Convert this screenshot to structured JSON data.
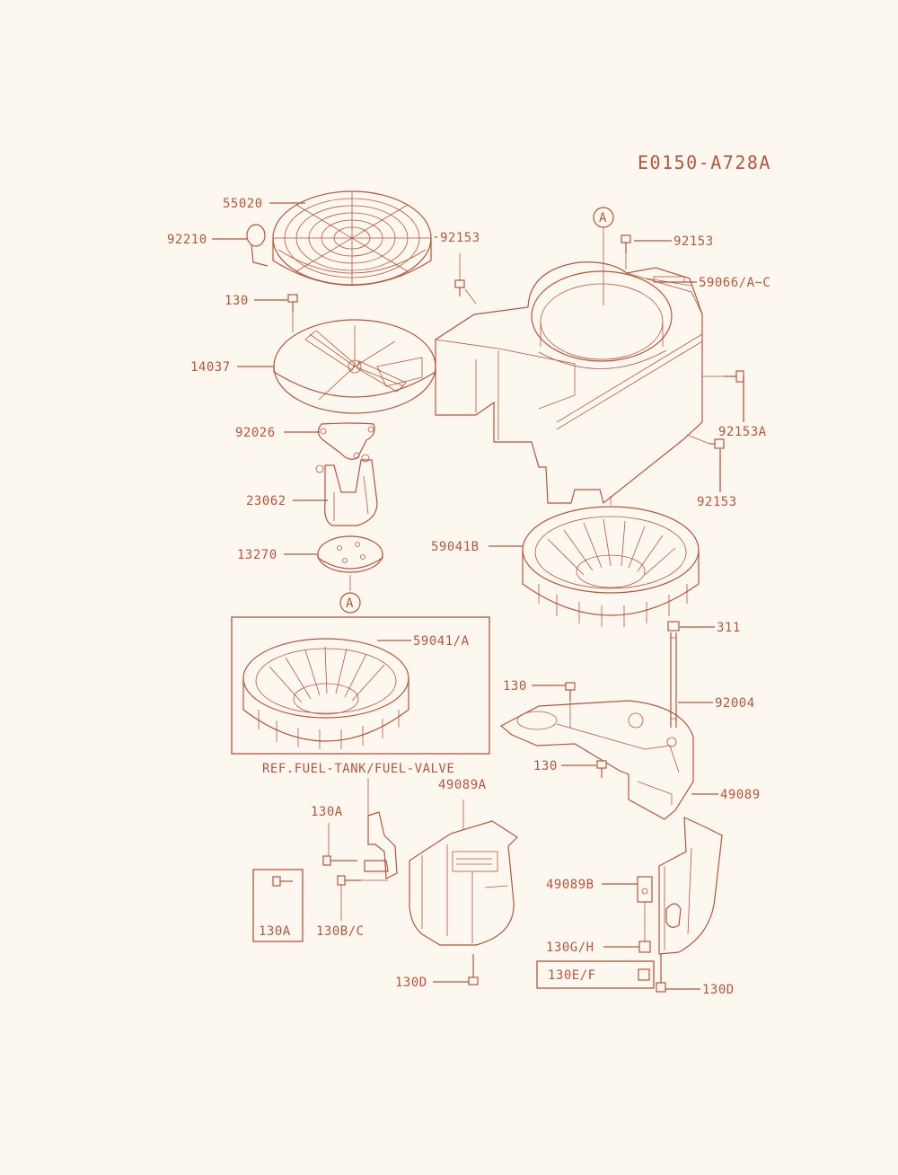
{
  "diagram_code": "E0150-A728A",
  "ref_marker": "A",
  "ref_note": "REF.FUEL-TANK/FUEL-VALVE",
  "parts": {
    "p55020": "55020",
    "p92210": "92210",
    "p92153_top": "92153",
    "p92153_right": "92153",
    "p59066": "59066/A~C",
    "p130_top": "130",
    "p14037": "14037",
    "p92153A": "92153A",
    "p92026": "92026",
    "p92153_low": "92153",
    "p23062": "23062",
    "p59041B": "59041B",
    "p13270": "13270",
    "p59041A": "59041/A",
    "p311": "311",
    "p130_mid": "130",
    "p92004": "92004",
    "p130_low": "130",
    "p49089A": "49089A",
    "p49089": "49089",
    "p130A": "130A",
    "p49089B": "49089B",
    "p130A_box": "130A",
    "p130BC": "130B/C",
    "p130GH": "130G/H",
    "p130EF": "130E/F",
    "p130D_left": "130D",
    "p130D_right": "130D"
  },
  "colors": {
    "ink": "#b5533c",
    "paper": "#fdf8ef"
  }
}
